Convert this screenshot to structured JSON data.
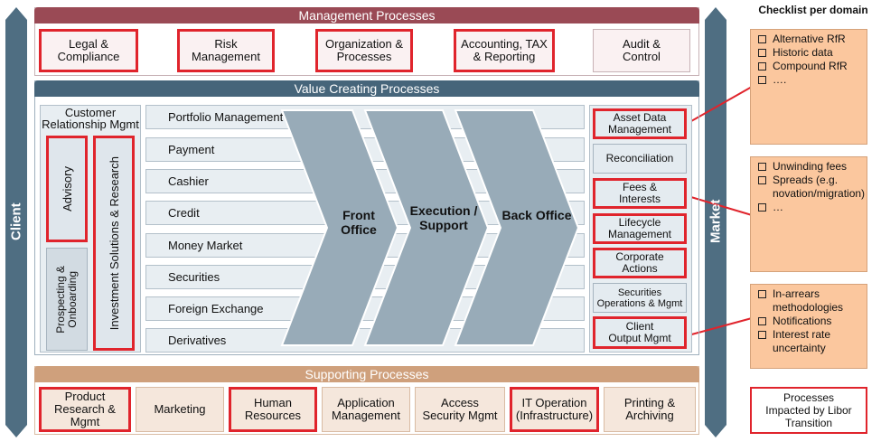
{
  "side": {
    "left_label": "Client",
    "right_label": "Market"
  },
  "management": {
    "title": "Management Processes",
    "boxes": [
      "Legal &\nCompliance",
      "Risk\nManagement",
      "Organization &\nProcesses",
      "Accounting, TAX\n& Reporting",
      "Audit &\nControl"
    ]
  },
  "value": {
    "title": "Value Creating Processes",
    "crm_title": "Customer\nRelationship Mgmt",
    "advisory": "Advisory",
    "prospecting": "Prospecting &\nOnboarding",
    "investment": "Investment Solutions & Research",
    "rows": [
      "Portfolio Management",
      "Payment",
      "Cashier",
      "Credit",
      "Money Market",
      "Securities",
      "Foreign Exchange",
      "Derivatives"
    ],
    "chevrons": [
      "Front\nOffice",
      "Execution /\nSupport",
      "Back Office"
    ],
    "right_boxes": [
      "Asset Data\nManagement",
      "Reconciliation",
      "Fees &\nInterests",
      "Lifecycle\nManagement",
      "Corporate\nActions",
      "Securities\nOperations & Mgmt",
      "Client\nOutput Mgmt"
    ]
  },
  "supporting": {
    "title": "Supporting Processes",
    "boxes": [
      "Product\nResearch &\nMgmt",
      "Marketing",
      "Human\nResources",
      "Application\nManagement",
      "Access\nSecurity Mgmt",
      "IT Operation\n(Infrastructure)",
      "Printing &\nArchiving"
    ]
  },
  "checklist": {
    "title": "Checklist per domain",
    "notes": [
      [
        "Alternative RfR",
        "Historic data",
        "Compound RfR",
        "…."
      ],
      [
        "Unwinding fees",
        "Spreads (e.g. novation/migration)",
        "…"
      ],
      [
        "In-arrears methodologies",
        "Notifications",
        "Interest rate uncertainty"
      ]
    ],
    "legend": "Processes\nImpacted by Libor\nTransition"
  },
  "colors": {
    "red": "#e0242c",
    "mgmt_bar": "#9a4a55",
    "value_bar": "#46657a",
    "support_bar": "#cfa07c",
    "arrow": "#4f6e82",
    "chevron": "#98abb8",
    "note": "#fbc79e"
  }
}
